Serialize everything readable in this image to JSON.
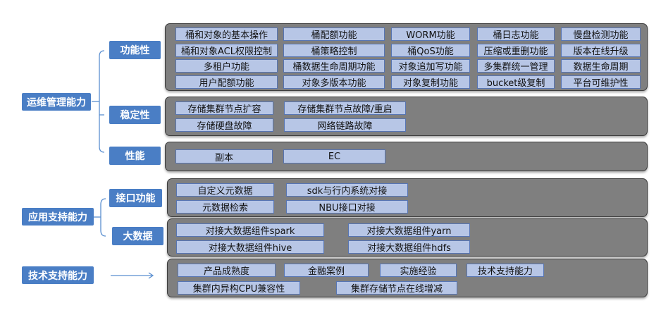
{
  "categories": {
    "ops": "运维管理能力",
    "app": "应用支持能力",
    "tech": "技术支持能力"
  },
  "subcategories": {
    "function": "功能性",
    "stability": "稳定性",
    "performance": "性能",
    "interface": "接口功能",
    "bigdata": "大数据"
  },
  "function_items": [
    [
      "桶和对象的基本操作",
      "桶配额功能",
      "WORM功能",
      "桶日志功能",
      "慢盘检测功能"
    ],
    [
      "桶和对象ACL权限控制",
      "桶策略控制",
      "桶QoS功能",
      "压缩或重删功能",
      "版本在线升级"
    ],
    [
      "多租户功能",
      "桶数据生命周期功能",
      "对象追加写功能",
      "多集群统一管理",
      "数据生命周期"
    ],
    [
      "用户配额功能",
      "对象多版本功能",
      "对象复制功能",
      "bucket级复制",
      "平台可维护性"
    ]
  ],
  "stability_items": [
    [
      "存储集群节点扩容",
      "存储集群节点故障/重启"
    ],
    [
      "存储硬盘故障",
      "网络链路故障"
    ]
  ],
  "performance_items": [
    "副本",
    "EC"
  ],
  "interface_items": [
    [
      "自定义元数据",
      "sdk与行内系统对接"
    ],
    [
      "元数据检索",
      "NBU接口对接"
    ]
  ],
  "bigdata_items": [
    [
      "对接大数据组件spark",
      "对接大数据组件yarn"
    ],
    [
      "对接大数据组件hive",
      "对接大数据组件hdfs"
    ]
  ],
  "tech_items": [
    [
      "产品成熟度",
      "金融案例",
      "实施经验",
      "技术支持能力"
    ],
    [
      "集群内异构CPU兼容性",
      "集群存储节点在线增减"
    ]
  ],
  "colors": {
    "category_fill": "#4a7ec5",
    "panel_fill": "#7f7f7f",
    "item_fill": "#b7c6e6",
    "connector": "#5b8fd0"
  }
}
